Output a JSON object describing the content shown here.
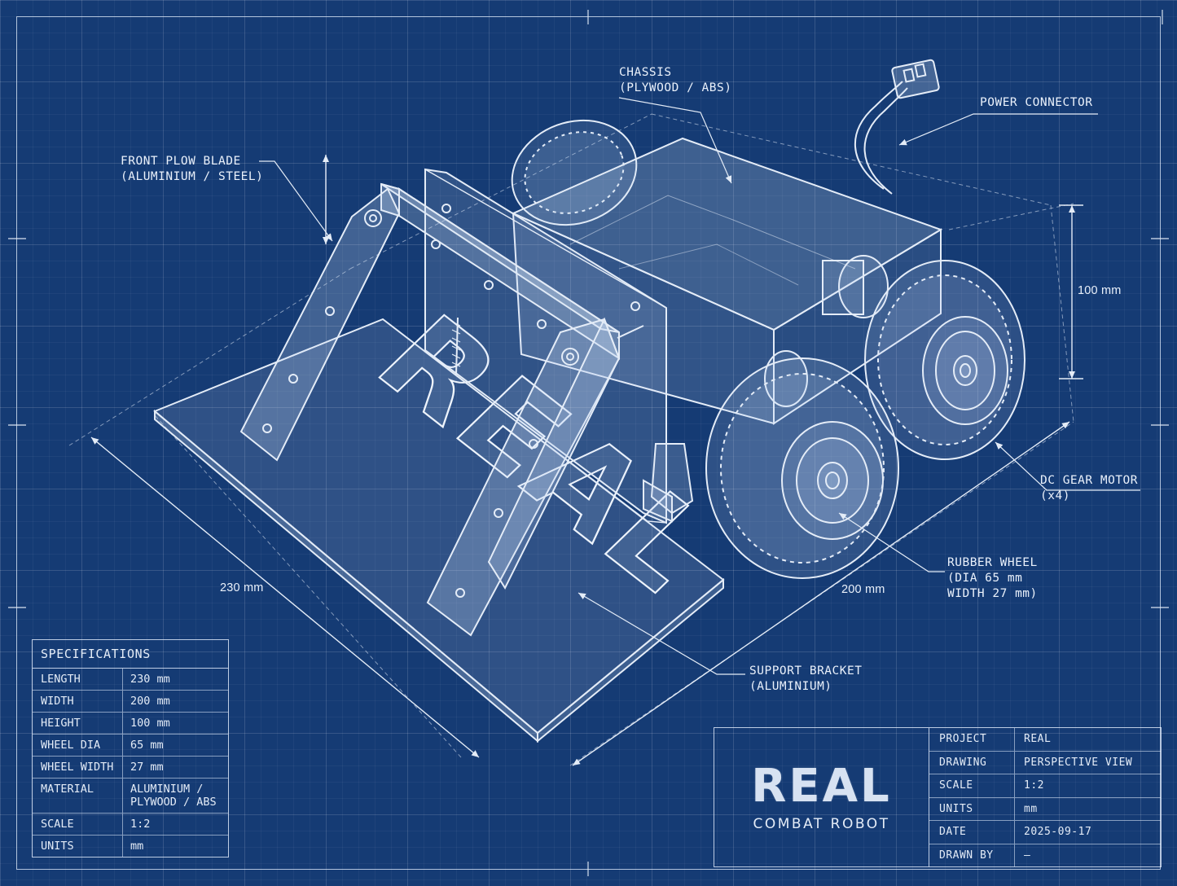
{
  "callouts": {
    "chassis": [
      "CHASSIS",
      "(PLYWOOD / ABS)"
    ],
    "power_connector": [
      "POWER CONNECTOR"
    ],
    "front_plow_blade": [
      "FRONT PLOW BLADE",
      "(ALUMINIUM / STEEL)"
    ],
    "dc_gear_motor": [
      "DC GEAR MOTOR",
      "(x4)"
    ],
    "rubber_wheel": [
      "RUBBER WHEEL",
      "(DIA 65 mm",
      "WIDTH 27 mm)"
    ],
    "support_bracket": [
      "SUPPORT BRACKET",
      "(ALUMINIUM)"
    ]
  },
  "dimensions": {
    "height": "100 mm",
    "length": "230 mm",
    "width": "200 mm"
  },
  "plow_lettering": "REAL",
  "specifications": {
    "title": "SPECIFICATIONS",
    "rows": [
      {
        "key": "LENGTH",
        "value": "230 mm"
      },
      {
        "key": "WIDTH",
        "value": "200 mm"
      },
      {
        "key": "HEIGHT",
        "value": "100 mm"
      },
      {
        "key": "WHEEL DIA",
        "value": "65 mm"
      },
      {
        "key": "WHEEL WIDTH",
        "value": "27 mm"
      },
      {
        "key": "MATERIAL",
        "value": [
          "ALUMINIUM /",
          "PLYWOOD / ABS"
        ]
      },
      {
        "key": "SCALE",
        "value": "1:2"
      },
      {
        "key": "UNITS",
        "value": "mm"
      }
    ]
  },
  "title_block": {
    "name": "REAL",
    "subtitle": "COMBAT ROBOT",
    "fields": [
      {
        "key": "PROJECT",
        "value": "REAL"
      },
      {
        "key": "DRAWING",
        "value": "PERSPECTIVE VIEW"
      },
      {
        "key": "SCALE",
        "value": "1:2"
      },
      {
        "key": "UNITS",
        "value": "mm"
      },
      {
        "key": "DATE",
        "value": "2025-09-17"
      },
      {
        "key": "DRAWN BY",
        "value": "—"
      }
    ]
  },
  "colors": {
    "background": "#153b74",
    "line": "#e4ecf7"
  }
}
